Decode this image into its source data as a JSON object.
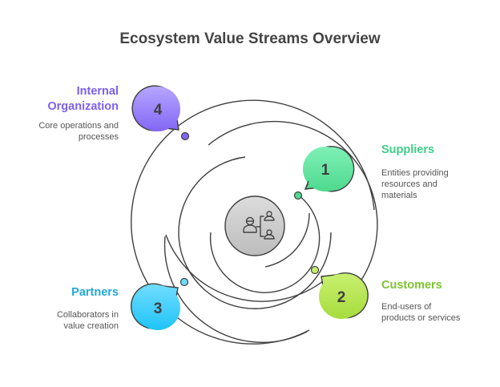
{
  "title": "Ecosystem Value Streams Overview",
  "center": {
    "icon": "org-chart-users-icon"
  },
  "streams": [
    {
      "number": "1",
      "label": "Suppliers",
      "description": [
        "Entities providing",
        "resources and",
        "materials"
      ],
      "color": "#3fce86",
      "fill_top": "#7ff0b6",
      "fill_bottom": "#4fd98e"
    },
    {
      "number": "2",
      "label": "Customers",
      "description": [
        "End-users of",
        "products or services"
      ],
      "color": "#7fc332",
      "fill_top": "#c8f070",
      "fill_bottom": "#a6dc3c"
    },
    {
      "number": "3",
      "label": "Partners",
      "description": [
        "Collaborators in",
        "value creation"
      ],
      "color": "#22a8d8",
      "fill_top": "#6fdcff",
      "fill_bottom": "#1fc4f8"
    },
    {
      "number": "4",
      "label": "Internal Organization",
      "label_lines": [
        "Internal",
        "Organization"
      ],
      "description": [
        "Core operations and",
        "processes"
      ],
      "color": "#7c5ff0",
      "fill_top": "#b6a6ff",
      "fill_bottom": "#8366f5"
    }
  ]
}
